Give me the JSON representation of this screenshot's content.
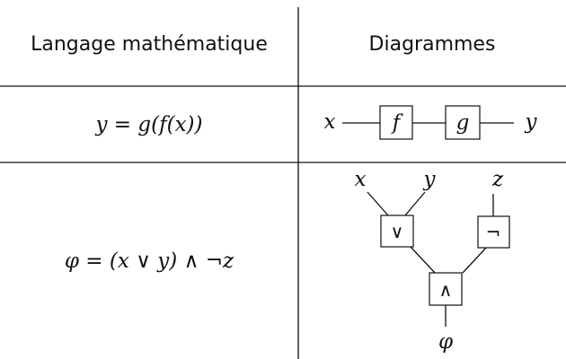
{
  "table": {
    "headers": {
      "left": "Langage mathématique",
      "right": "Diagrammes"
    },
    "row1": {
      "formula": "y = g(f(x))",
      "diagram": {
        "input": "x",
        "box1": "f",
        "box2": "g",
        "output": "y"
      }
    },
    "row2": {
      "formula": "φ = (x ∨ y) ∧ ¬z",
      "diagram": {
        "inputs": [
          "x",
          "y",
          "z"
        ],
        "gate_or": "∨",
        "gate_not": "¬",
        "gate_and": "∧",
        "output": "φ"
      }
    }
  }
}
